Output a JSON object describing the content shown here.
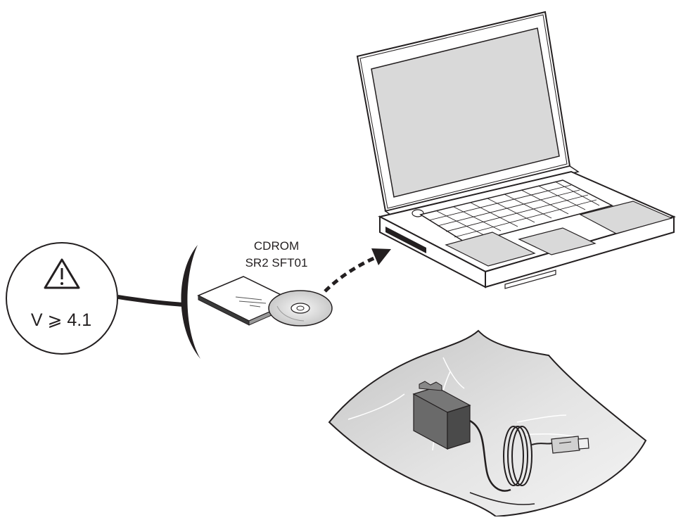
{
  "cdrom": {
    "title": "CDROM",
    "code": "SR2 SFT01"
  },
  "version_callout": {
    "icon": "warning-triangle-icon",
    "text": "V ⩾ 4.1"
  },
  "illustration": {
    "items": [
      "laptop",
      "cd-case",
      "cd-disc",
      "cable-kit-bag"
    ],
    "arrow_style": "dashed"
  },
  "colors": {
    "line": "#231f20",
    "screen": "#d9d9d9",
    "bag": "#dcdcdc"
  }
}
